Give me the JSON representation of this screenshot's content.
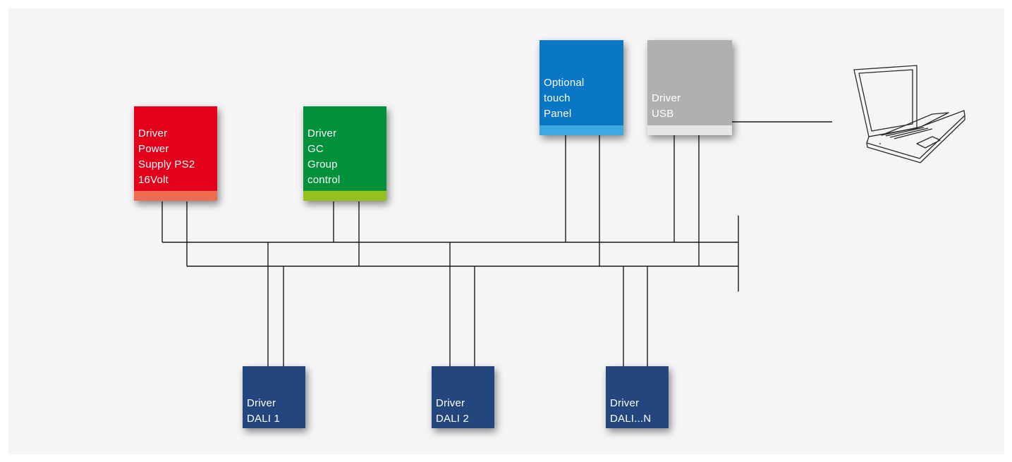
{
  "colors": {
    "background": "#f5f5f5",
    "power": "#e2001a",
    "power_strip": "#ee6c50",
    "gc": "#00913a",
    "gc_strip": "#95c11f",
    "touch": "#0a77c6",
    "touch_strip": "#3aa9e4",
    "usb": "#b0b0b0",
    "usb_strip": "#e6e6e6",
    "dali": "#23467f",
    "wire": "#1a1a1a"
  },
  "boxes": {
    "power": {
      "lines": [
        "Driver",
        "Power",
        "Supply PS2",
        "16Volt"
      ]
    },
    "gc": {
      "lines": [
        "Driver",
        "GC",
        "Group",
        "control"
      ]
    },
    "touch": {
      "lines": [
        "Optional",
        "touch",
        "Panel"
      ]
    },
    "usb": {
      "lines": [
        "Driver",
        "USB"
      ]
    },
    "dali1": {
      "lines": [
        "Driver",
        "DALI 1"
      ]
    },
    "dali2": {
      "lines": [
        "Driver",
        "DALI 2"
      ]
    },
    "dalin": {
      "lines": [
        "Driver",
        "DALI...N"
      ]
    }
  },
  "laptop": {
    "icon": "laptop-icon"
  }
}
